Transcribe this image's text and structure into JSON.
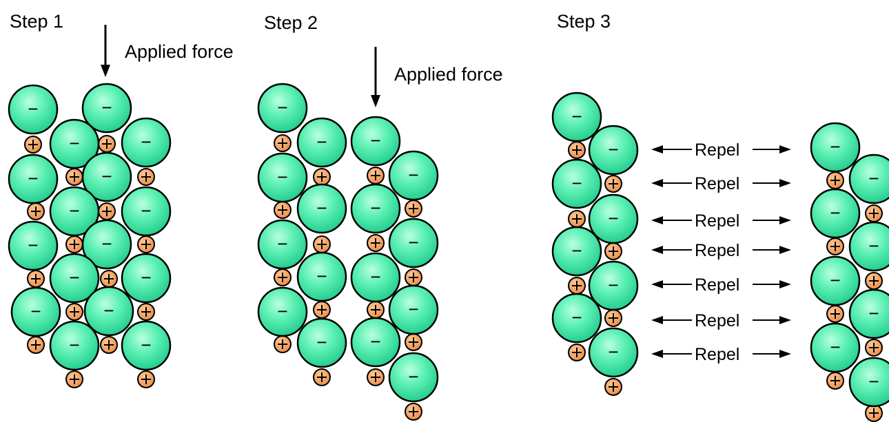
{
  "steps": [
    {
      "label": "Step 1",
      "force_label": "Applied force"
    },
    {
      "label": "Step 2",
      "force_label": "Applied force"
    },
    {
      "label": "Step 3"
    }
  ],
  "repel_label": "Repel",
  "anion_sign": "−",
  "colors": {
    "anion_fill": "#55f0b2",
    "cation_fill": "#f5a05c",
    "outline": "#000000",
    "background": "#ffffff"
  }
}
